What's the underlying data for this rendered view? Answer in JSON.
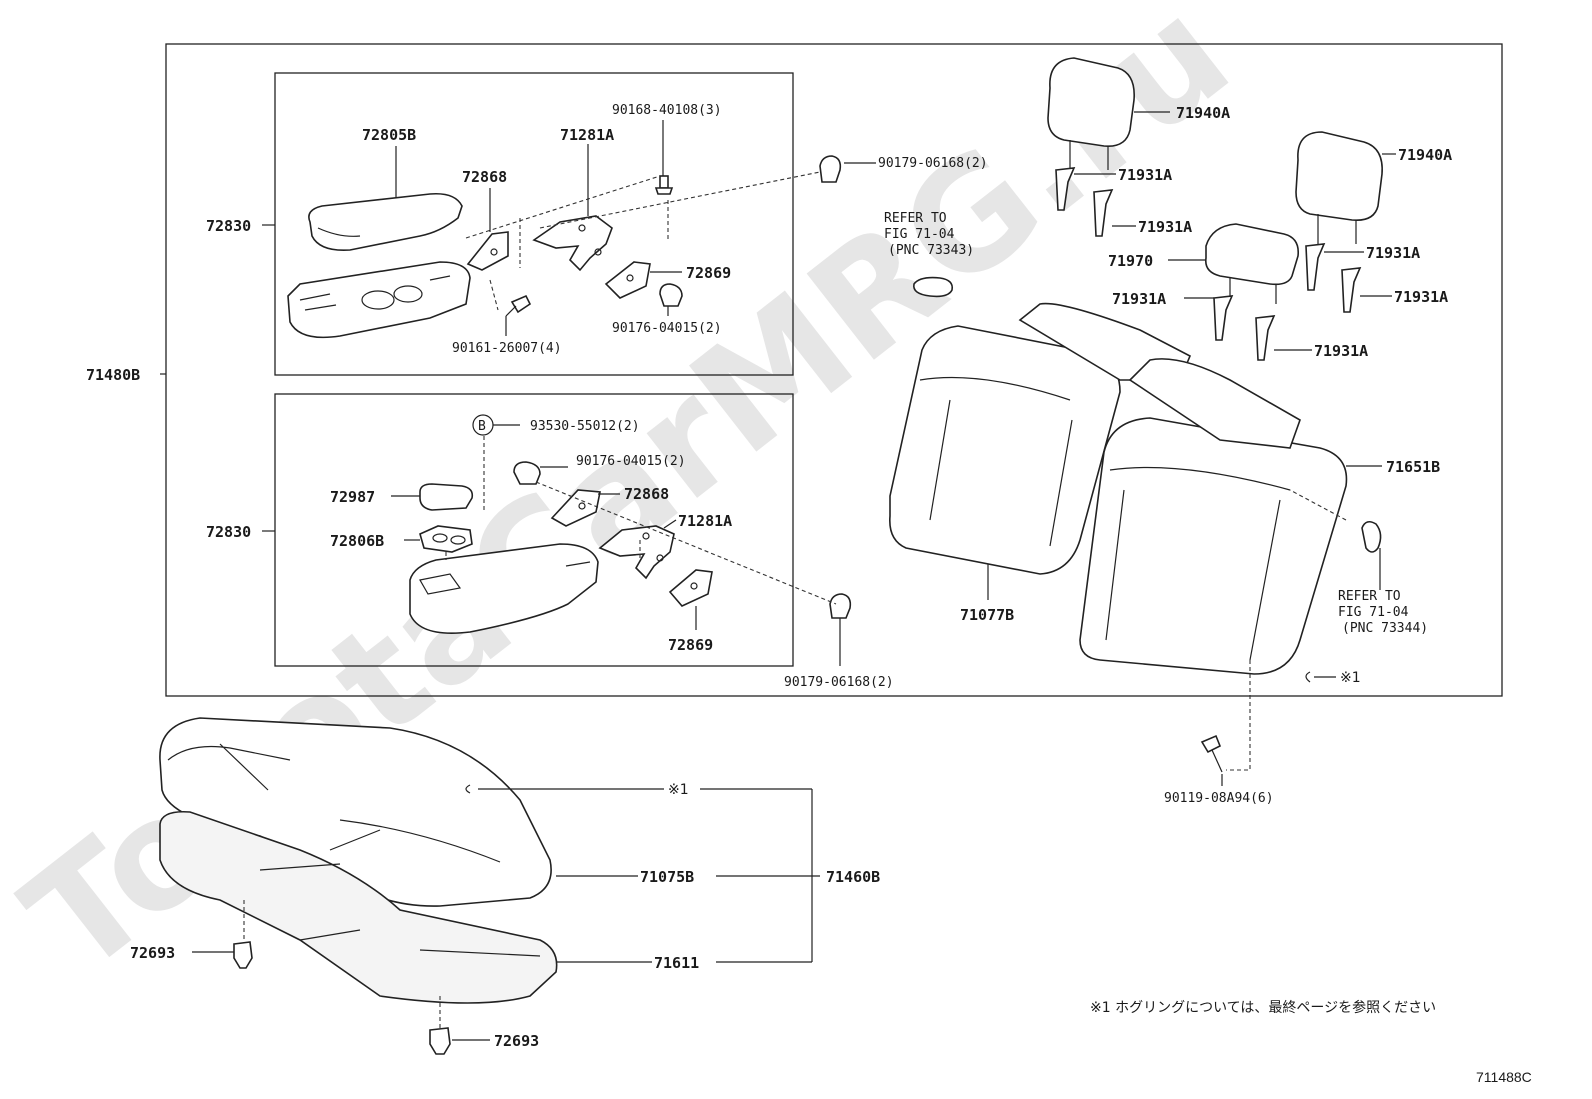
{
  "watermark": "ToyotaCarMRG.ru",
  "figure_code": "711488C",
  "note": "※1  ホグリングについては、最終ページを参照ください",
  "labels": {
    "p71480B": "71480B",
    "p72830_a": "72830",
    "p72830_b": "72830",
    "p72805B": "72805B",
    "p72868_a": "72868",
    "p71281A_a": "71281A",
    "p90168": "90168-40108(3)",
    "p72869_a": "72869",
    "p90176_a": "90176-04015(2)",
    "p90161": "90161-26007(4)",
    "p90179_a": "90179-06168(2)",
    "circle_b": "B",
    "p93530": "93530-55012(2)",
    "p90176_b": "90176-04015(2)",
    "p72987": "72987",
    "p72868_b": "72868",
    "p72806B": "72806B",
    "p71281A_b": "71281A",
    "p72869_b": "72869",
    "p90179_b": "90179-06168(2)",
    "refer_a_1": "REFER TO",
    "refer_a_2": "FIG 71-04",
    "refer_a_3": "(PNC 73343)",
    "p71940A_a": "71940A",
    "p71940A_b": "71940A",
    "p71931A_1": "71931A",
    "p71931A_2": "71931A",
    "p71931A_3": "71931A",
    "p71931A_4": "71931A",
    "p71931A_5": "71931A",
    "p71931A_6": "71931A",
    "p71970": "71970",
    "p71651B": "71651B",
    "refer_b_1": "REFER TO",
    "refer_b_2": "FIG 71-04",
    "refer_b_3": "(PNC 73344)",
    "p71077B": "71077B",
    "mark1_a": "※1",
    "p90119": "90119-08A94(6)",
    "mark1_b": "※1",
    "p71075B": "71075B",
    "p71460B": "71460B",
    "p71611": "71611",
    "p72693_a": "72693",
    "p72693_b": "72693"
  }
}
